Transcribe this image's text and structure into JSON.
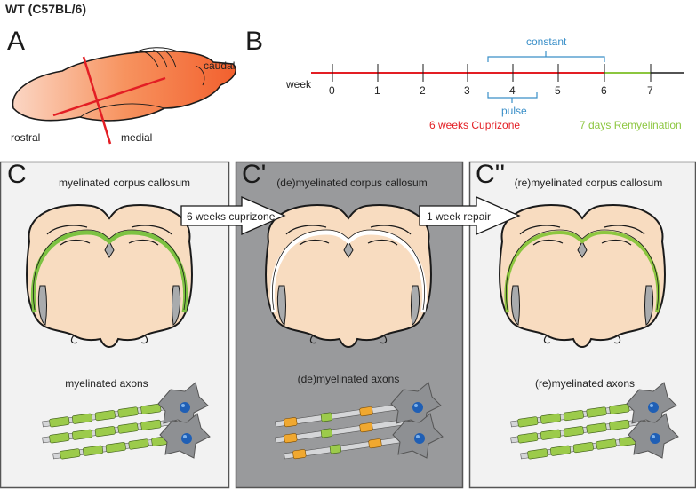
{
  "title": "WT (C57BL/6)",
  "panel_a": {
    "letter": "A",
    "labels": {
      "caudal": "caudal",
      "rostral": "rostral",
      "medial": "medial"
    }
  },
  "panel_b": {
    "letter": "B",
    "week_label": "week",
    "ticks": [
      "0",
      "1",
      "2",
      "3",
      "4",
      "5",
      "6",
      "7"
    ],
    "constant_label": "constant",
    "pulse_label": "pulse",
    "cuprizone_label": "6 weeks Cuprizone",
    "remyelination_label": "7 days Remyelination",
    "colors": {
      "cuprizone": "#e31e24",
      "remyelination": "#8cc63f",
      "bracket": "#3a8fc8"
    }
  },
  "panels": [
    {
      "letter": "C",
      "title": "myelinated corpus callosum",
      "axon_label": "myelinated axons"
    },
    {
      "letter": "C'",
      "title": "(de)myelinated corpus callosum",
      "axon_label": "(de)myelinated axons"
    },
    {
      "letter": "C''",
      "title": "(re)myelinated corpus callosum",
      "axon_label": "(re)myelinated axons"
    }
  ],
  "arrows": [
    {
      "label": "6 weeks cuprizone"
    },
    {
      "label": "1 week repair"
    }
  ],
  "colors": {
    "brain_fill": "#f8dcc0",
    "myelin_green": "#7dc242",
    "panel_light": "#f2f2f2",
    "panel_dark": "#999a9c",
    "brain_orange": "#f47a4a",
    "cut_line": "#e31e24"
  }
}
